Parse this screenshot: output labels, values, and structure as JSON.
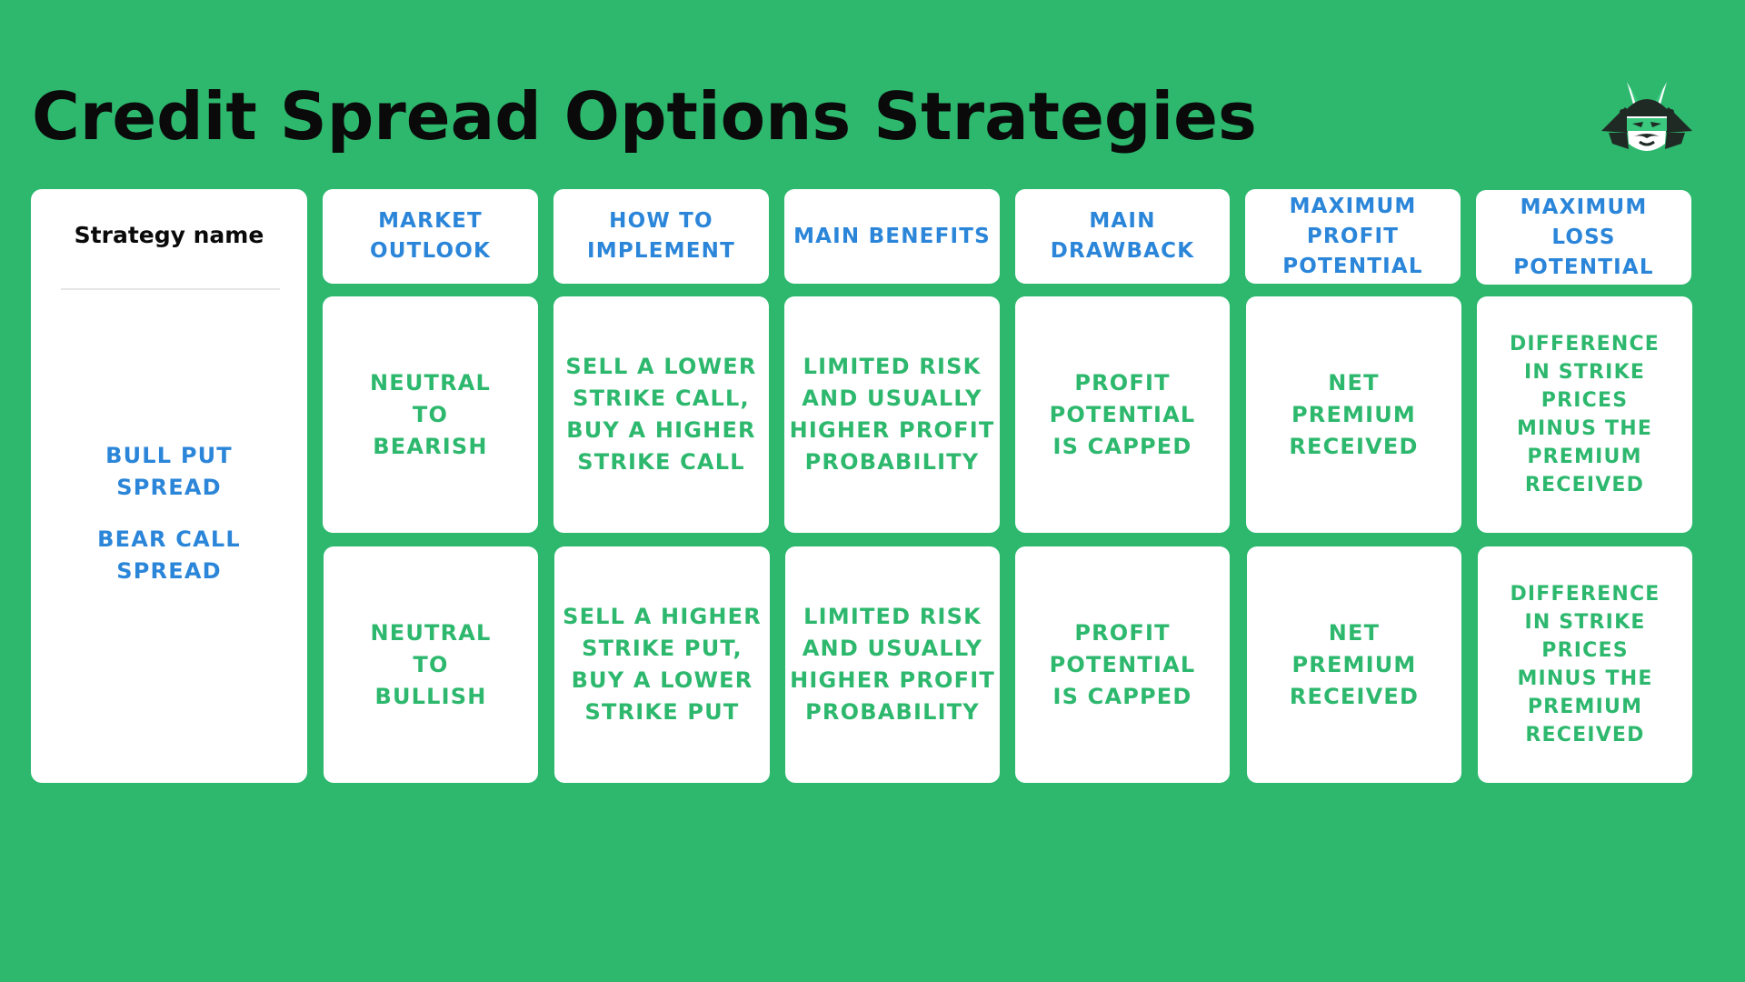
{
  "title": "Credit Spread Options Strategies",
  "logo": {
    "icon": "samurai-mask-icon",
    "brand_color": "#2db86e"
  },
  "colors": {
    "background": "#2db86e",
    "header_text": "#2b86d9",
    "cell_text": "#2db86e",
    "title_text": "#0a0a0a"
  },
  "table": {
    "name_header": "Strategy name",
    "headers": [
      "MARKET\nOUTLOOK",
      "HOW TO\nIMPLEMENT",
      "MAIN BENEFITS",
      "MAIN\nDRAWBACK",
      "MAXIMUM\nPROFIT\nPOTENTIAL",
      "MAXIMUM\nLOSS\nPOTENTIAL"
    ],
    "rows": [
      {
        "name": "BEAR CALL\nSPREAD",
        "cells": [
          "NEUTRAL\nTO\nBEARISH",
          "SELL A LOWER\nSTRIKE CALL,\nBUY A HIGHER\nSTRIKE CALL",
          "LIMITED RISK\nAND USUALLY\nHIGHER PROFIT\nPROBABILITY",
          "PROFIT\nPOTENTIAL\nIS CAPPED",
          "NET\nPREMIUM\nRECEIVED",
          "DIFFERENCE\nIN STRIKE\nPRICES\nMINUS THE\nPREMIUM\nRECEIVED"
        ]
      },
      {
        "name": "BULL PUT\nSPREAD",
        "cells": [
          "NEUTRAL\nTO\nBULLISH",
          "SELL A HIGHER\nSTRIKE PUT,\nBUY A LOWER\nSTRIKE PUT",
          "LIMITED RISK\nAND USUALLY\nHIGHER PROFIT\nPROBABILITY",
          "PROFIT\nPOTENTIAL\nIS CAPPED",
          "NET\nPREMIUM\nRECEIVED",
          "DIFFERENCE\nIN STRIKE\nPRICES\nMINUS THE\nPREMIUM\nRECEIVED"
        ]
      }
    ]
  }
}
